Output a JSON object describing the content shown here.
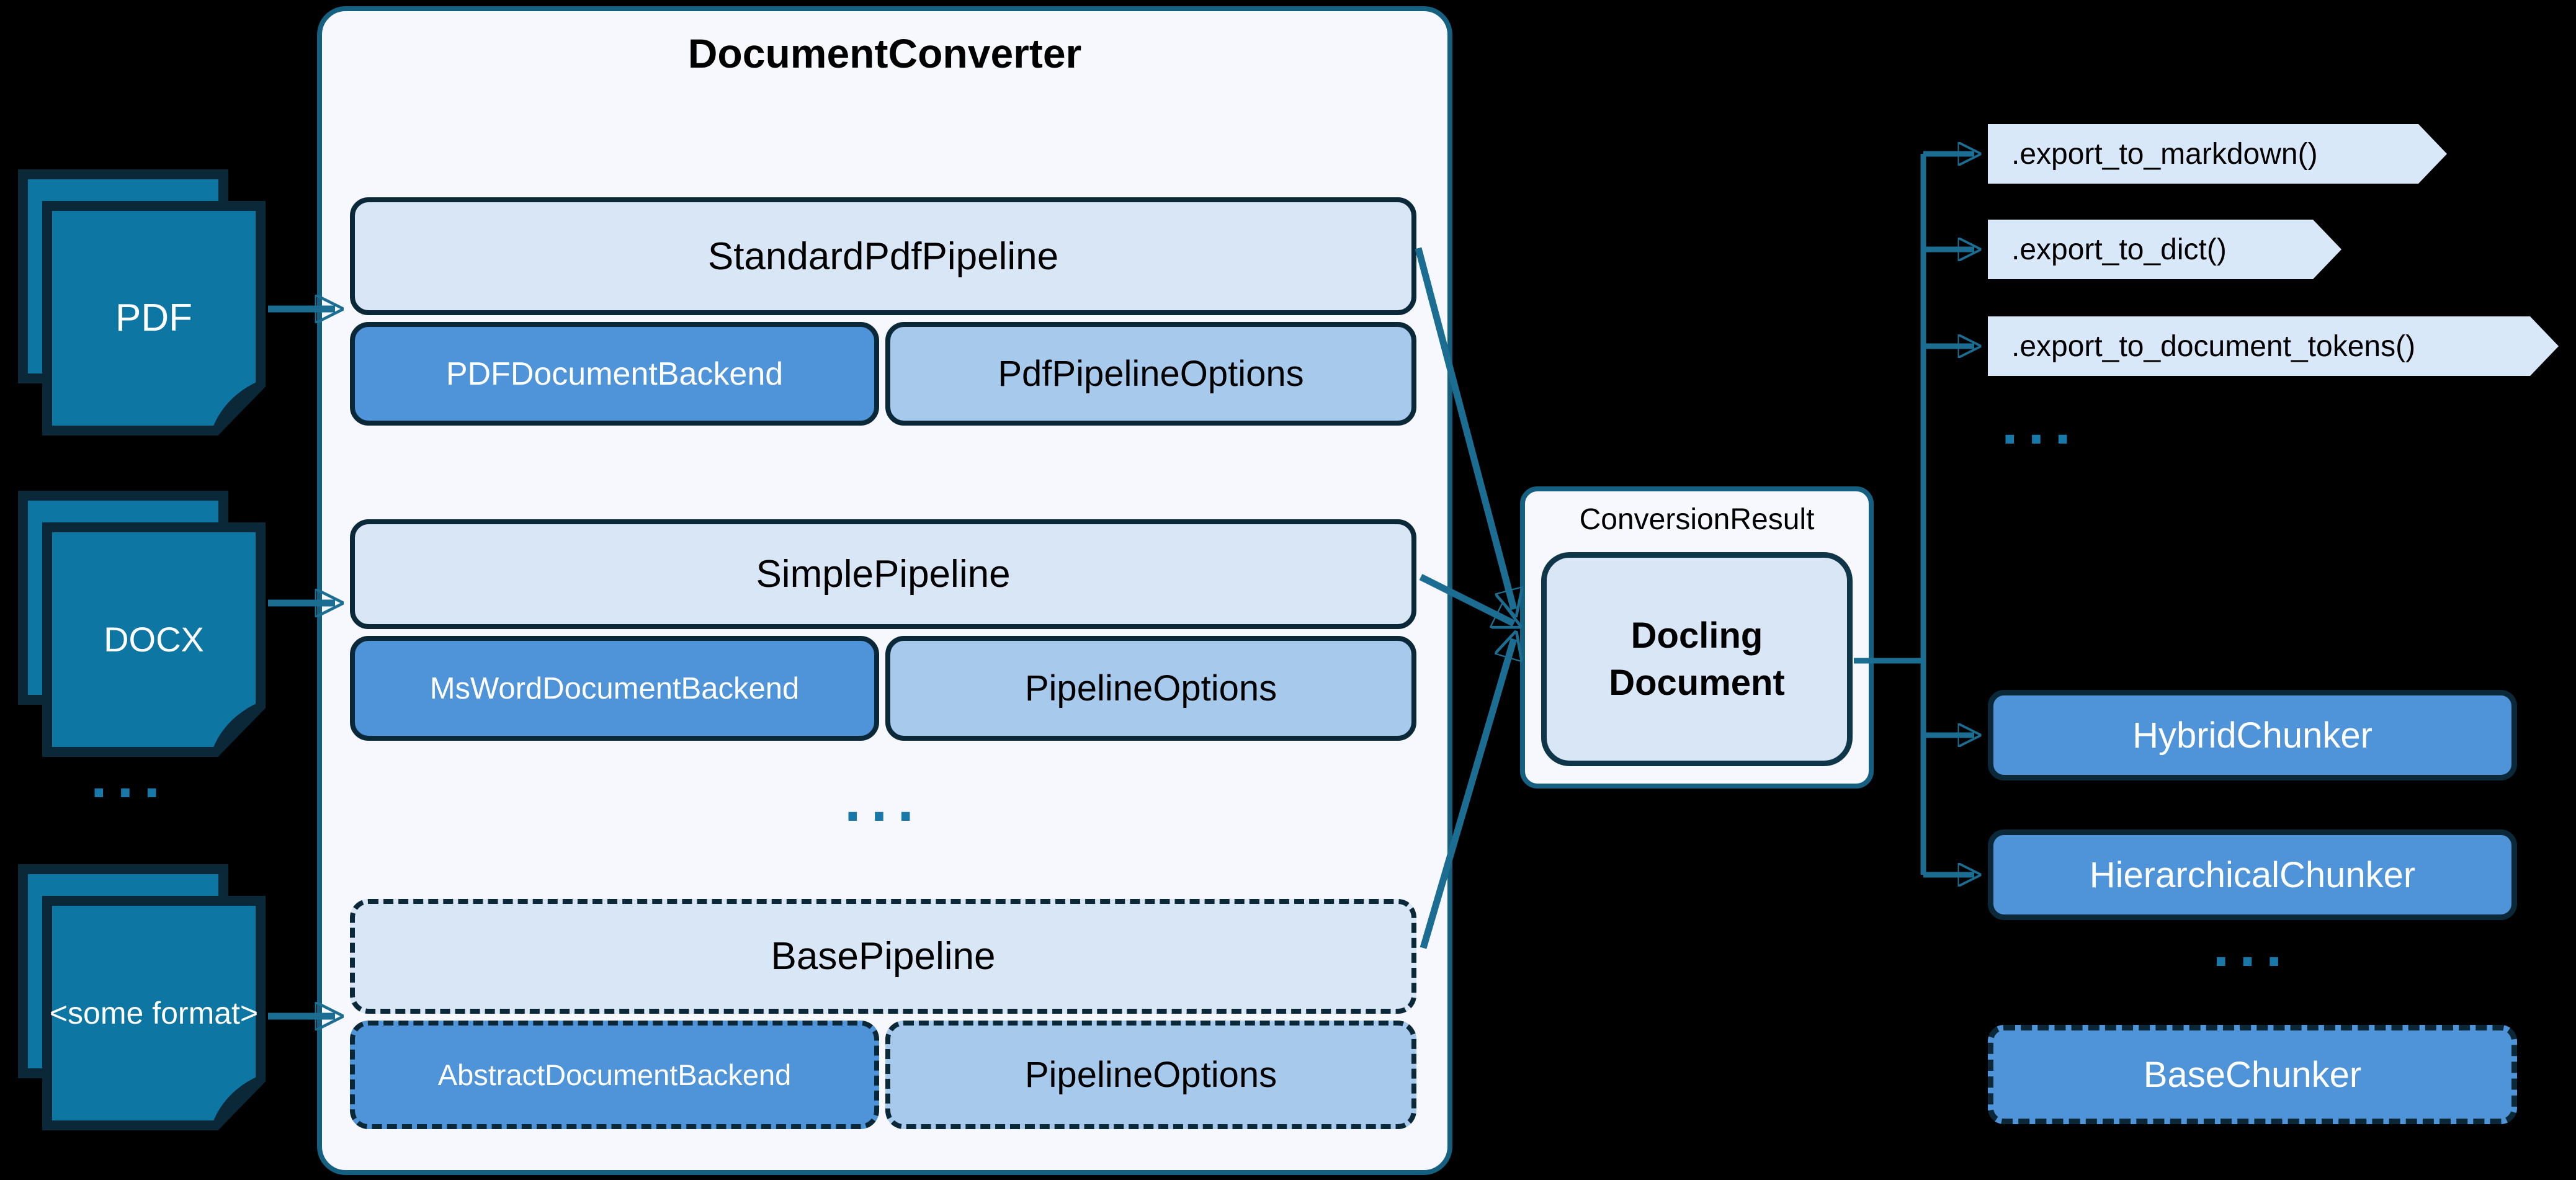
{
  "colors": {
    "bg": "#000000",
    "teal": "#1b6d92",
    "teal-border": "#155f80",
    "navy": "#0a2838",
    "doc-teal": "#0e76a2",
    "panel-bg": "#f6f8fd",
    "light-box": "#d9e6f5",
    "mid-blue": "#4f94d8",
    "options-blue": "#a6c9ec",
    "chevron-bg": "#d9e8f8",
    "dots": "#1878a8",
    "text-dark": "#000000",
    "text-light": "#ffffff"
  },
  "inputs": {
    "items": [
      {
        "label": "PDF"
      },
      {
        "label": "DOCX"
      },
      {
        "label": "<some format>"
      }
    ],
    "ellipsis": "..."
  },
  "converter": {
    "title": "DocumentConverter",
    "groups": [
      {
        "pipeline": "StandardPdfPipeline",
        "backend": "PDFDocumentBackend",
        "options": "PdfPipelineOptions"
      },
      {
        "pipeline": "SimplePipeline",
        "backend": "MsWordDocumentBackend",
        "options": "PipelineOptions"
      },
      {
        "pipeline": "BasePipeline",
        "backend": "AbstractDocumentBackend",
        "options": "PipelineOptions"
      }
    ],
    "ellipsis": "..."
  },
  "result": {
    "label": "ConversionResult",
    "document": "Docling Document"
  },
  "exports": {
    "items": [
      ".export_to_markdown()",
      ".export_to_dict()",
      ".export_to_document_tokens()"
    ],
    "ellipsis": "..."
  },
  "chunkers": {
    "items": [
      {
        "label": "HybridChunker"
      },
      {
        "label": "HierarchicalChunker"
      }
    ],
    "ellipsis": "...",
    "base": {
      "label": "BaseChunker"
    }
  }
}
